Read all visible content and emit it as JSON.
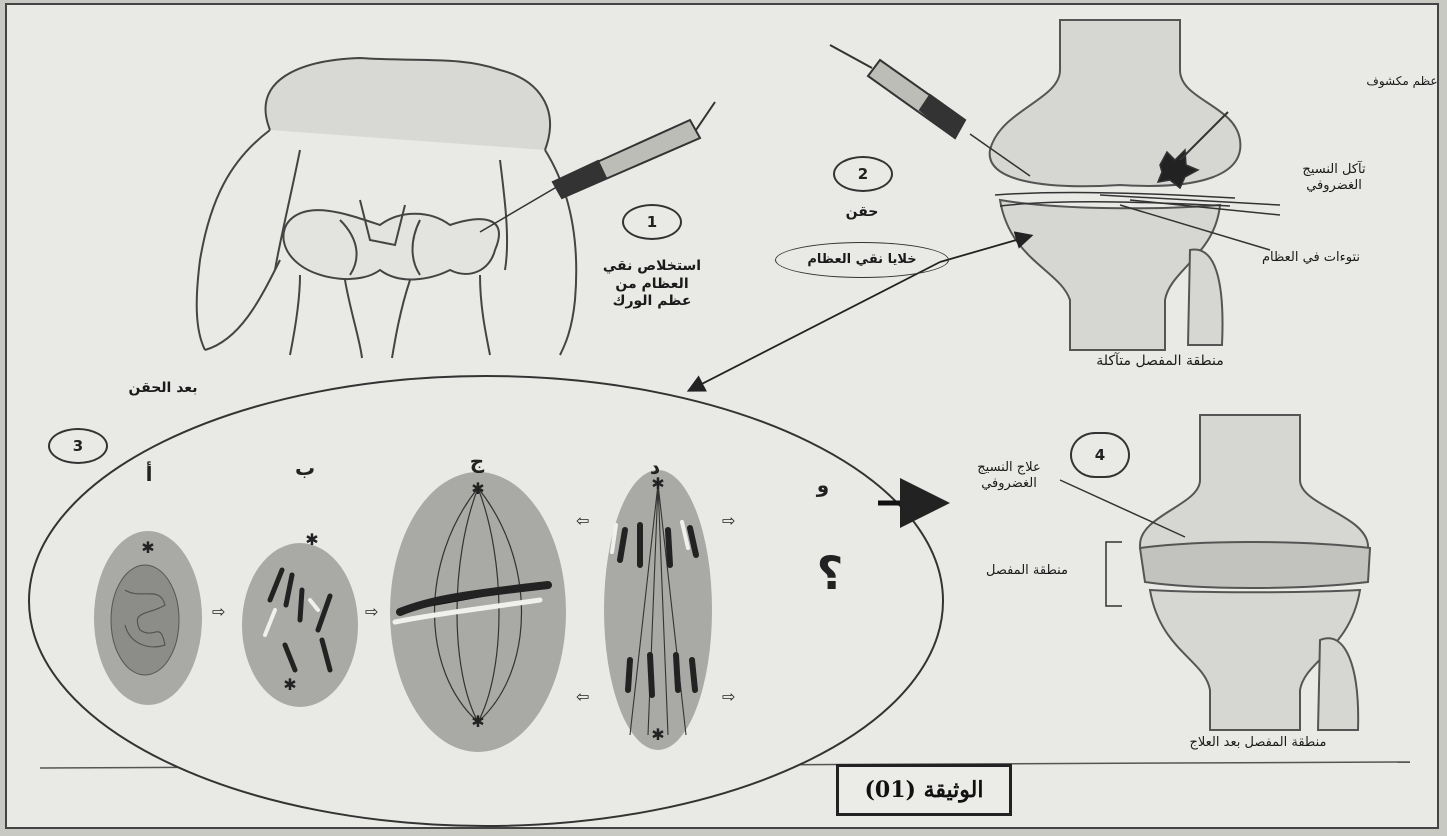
{
  "document_label": "الوثيقة (01)",
  "steps": {
    "step1": {
      "number": "1",
      "caption": "استخلاص نقي العظام من عظم الورك"
    },
    "step2": {
      "number": "2",
      "caption": "حقن",
      "oval_label": "خلايا نقي العظام"
    },
    "step3": {
      "number": "3",
      "caption": "بعد الحقن"
    },
    "step4": {
      "number": "4"
    }
  },
  "damaged_knee": {
    "label_damaged_bone": "عظم مكشوف",
    "label_cartilage_erosion": "تآكل النسيج الغضروفي",
    "label_bone_spurs": "نتوءات في العظام",
    "caption": "منطقة المفصل متآكلة"
  },
  "treated_knee": {
    "label_treatment": "علاج النسيج الغضروفي",
    "label_joint_zone": "منطقة المفصل",
    "caption": "منطقة المفصل بعد العلاج"
  },
  "cell_stages": {
    "a": "أ",
    "b": "ب",
    "c": "ج",
    "d": "د",
    "e": "و",
    "unknown_mark": "؟"
  }
}
